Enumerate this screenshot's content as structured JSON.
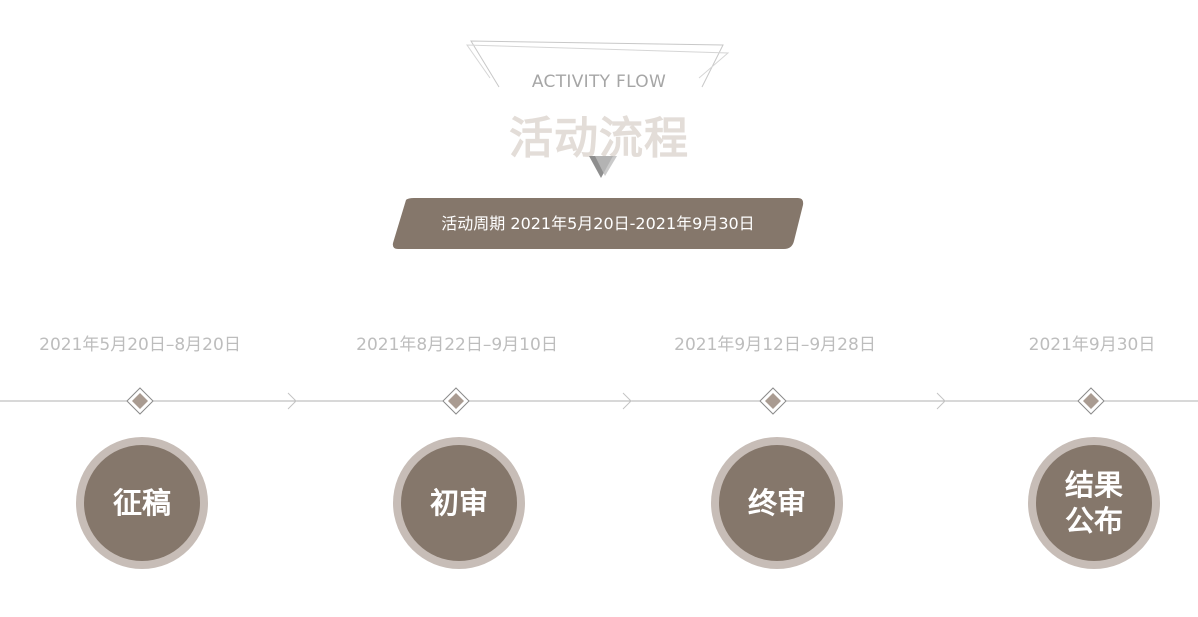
{
  "header": {
    "subtitle": "ACTIVITY FLOW",
    "title": "活动流程"
  },
  "period": {
    "text": "活动周期 2021年5月20日-2021年9月30日"
  },
  "colors": {
    "brand": "#85776b",
    "ring": "#c7bdb7",
    "title": "#e3ddd8",
    "muted_text": "#bdbdbd",
    "line": "#b0b0b0"
  },
  "stages": [
    {
      "date": "2021年5月20日–8月20日",
      "label": "征稿"
    },
    {
      "date": "2021年8月22日–9月10日",
      "label": "初审"
    },
    {
      "date": "2021年9月12日–9月28日",
      "label": "终审"
    },
    {
      "date": "2021年9月30日",
      "label": "结果公布"
    }
  ]
}
